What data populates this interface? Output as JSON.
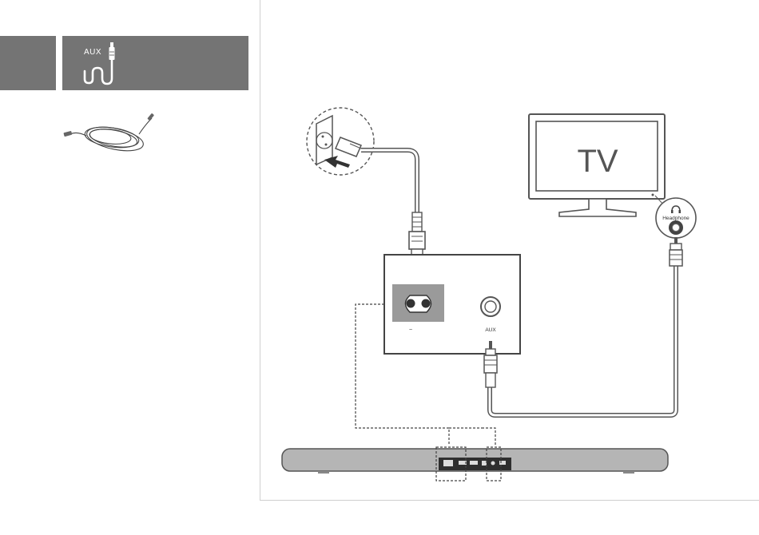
{
  "left_panel": {
    "tab_label": "AUX",
    "icon": "aux-cable-icon"
  },
  "diagram": {
    "tv_label": "TV",
    "headphone_label": "Headphone",
    "power_port_label": "~",
    "aux_port_label": "AUX",
    "icons": [
      "wall-outlet-icon",
      "power-plug-icon",
      "headphone-icon",
      "insert-arrow-icon"
    ]
  }
}
